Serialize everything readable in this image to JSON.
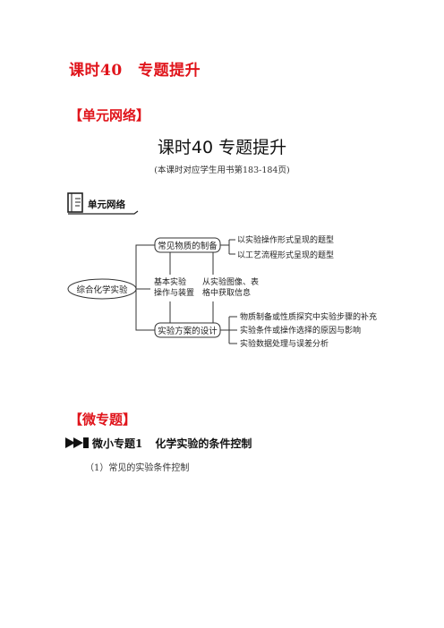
{
  "header": {
    "title": "课时40　专题提升"
  },
  "sections": {
    "unit_network": "【单元网络】",
    "micro_topic": "【微专题】"
  },
  "lesson": {
    "title": "课时40  专题提升",
    "subtitle": "(本课时对应学生用书第183-184页)"
  },
  "badge": {
    "label": "单元网络"
  },
  "diagram": {
    "root": "综合化学实验",
    "node_prep": "常见物质的制备",
    "node_design": "实验方案的设计",
    "center_left": [
      "基本实验",
      "操作与装置"
    ],
    "center_right": [
      "从实验图像、表",
      "格中获取信息"
    ],
    "prep_items": [
      "以实验操作形式呈现的题型",
      "以工艺流程形式呈现的题型"
    ],
    "design_items": [
      "物质制备或性质探究中实验步骤的补充",
      "实验条件或操作选择的原因与影响",
      "实验数据处理与误差分析"
    ]
  },
  "micro": {
    "label": "微小专题1",
    "title": "化学实验的条件控制"
  },
  "subpoint": "（1）常见的实验条件控制",
  "colors": {
    "accent": "#e0141b"
  }
}
